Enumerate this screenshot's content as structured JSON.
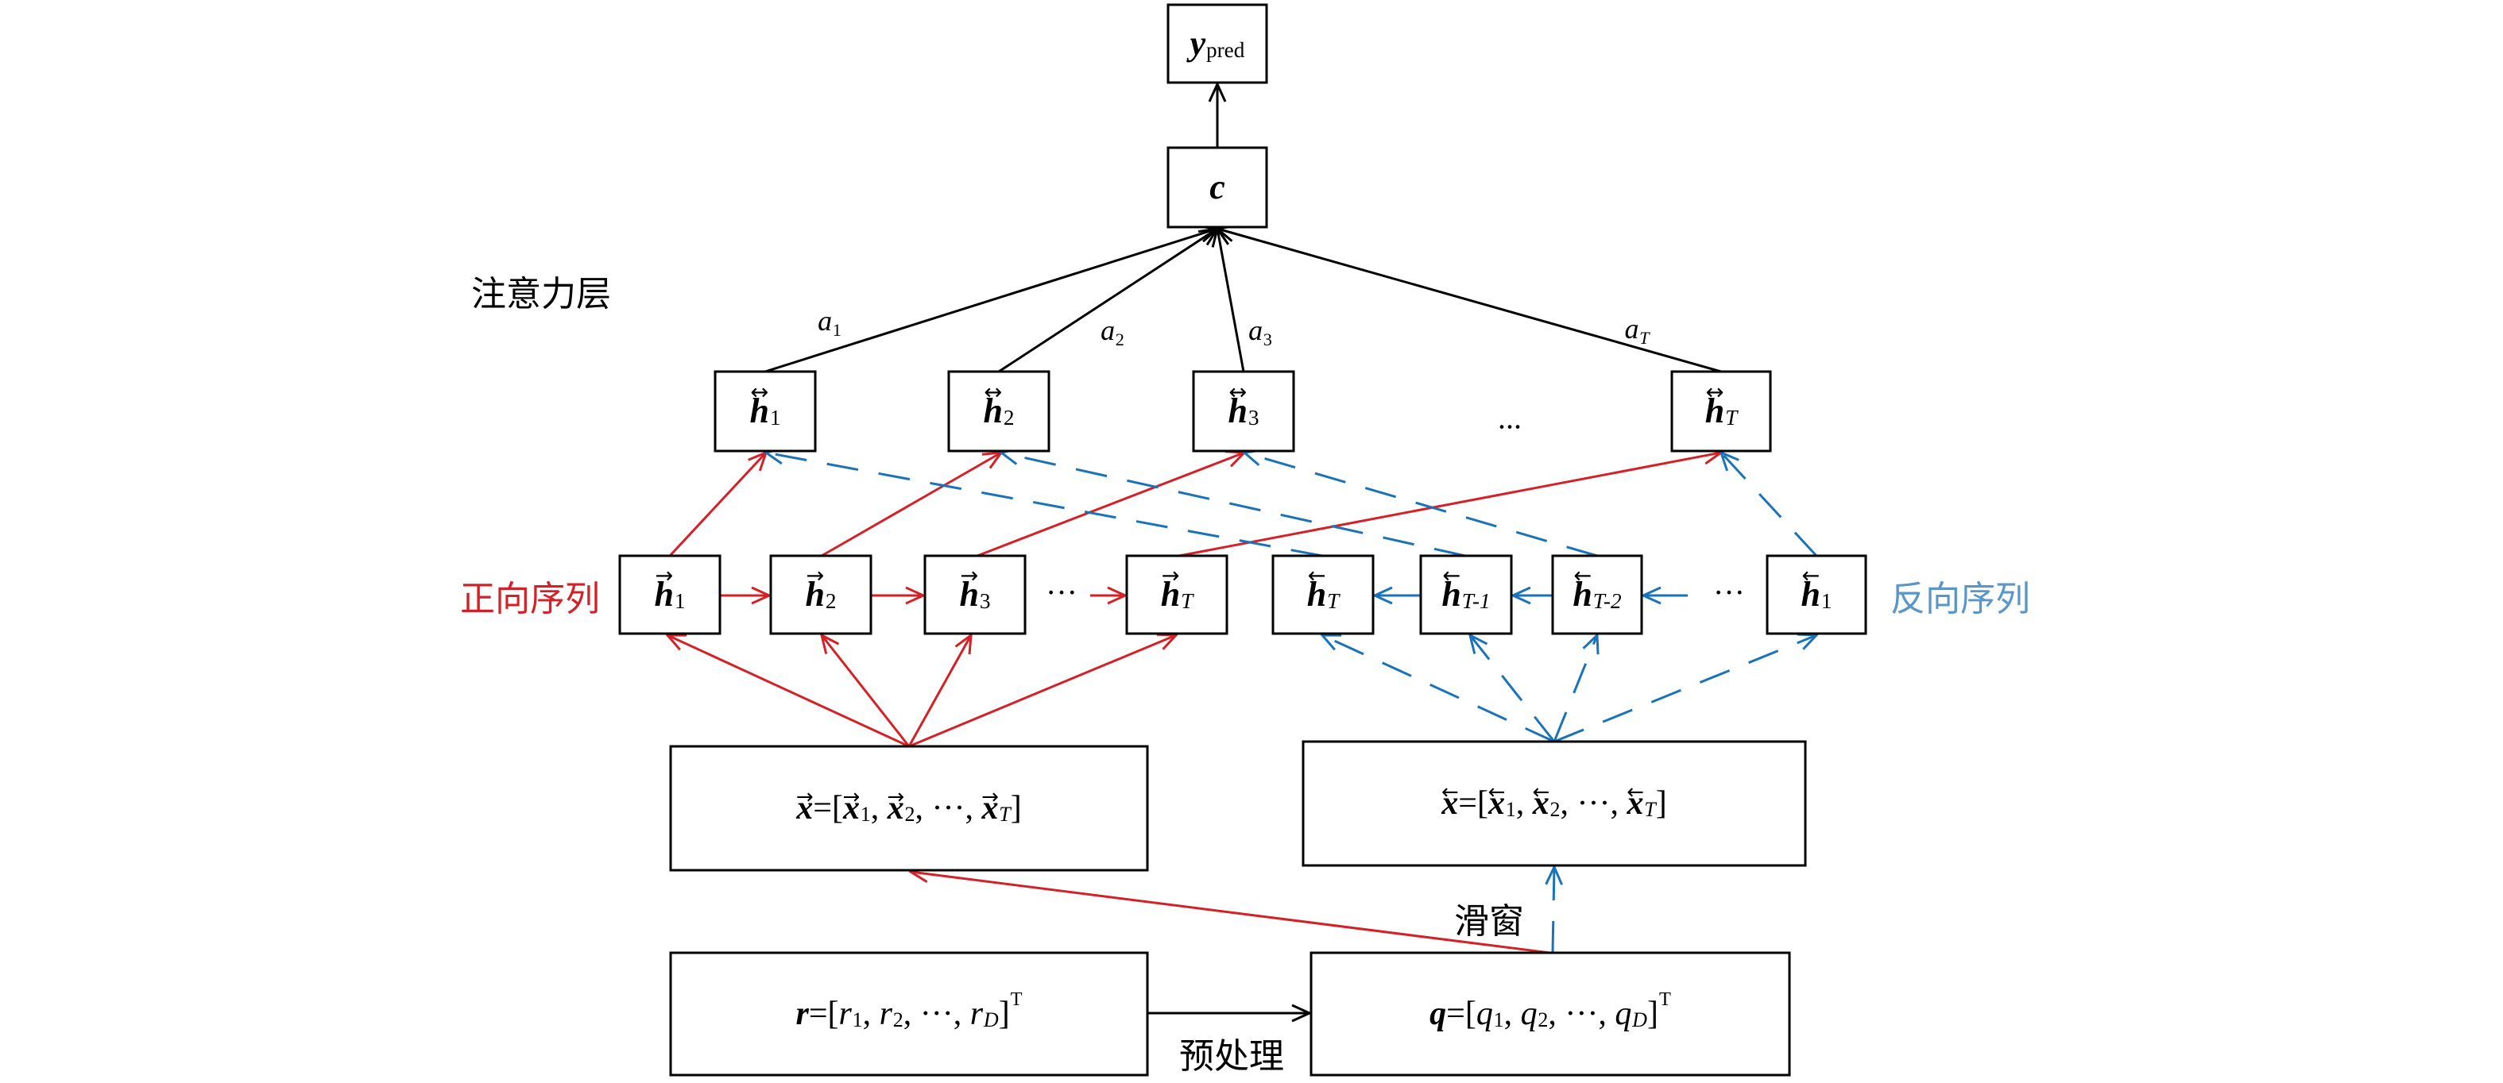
{
  "diagram": {
    "labels": {
      "attention_layer": "注意力层",
      "forward_sequence": "正向序列",
      "backward_sequence": "反向序列",
      "sliding_window": "滑窗",
      "preprocessing": "预处理"
    },
    "output": {
      "v": "y",
      "bold": true,
      "sub": "pred"
    },
    "context": {
      "v": "c",
      "bold": true
    },
    "attention_weights": [
      {
        "v": "a",
        "sub": "1"
      },
      {
        "v": "a",
        "sub": "2"
      },
      {
        "v": "a",
        "sub": "3"
      },
      {
        "v": "a",
        "sub": "T"
      }
    ],
    "bidirectional_states": [
      {
        "v": "h",
        "bold": true,
        "acc": "↔",
        "sub": "1"
      },
      {
        "v": "h",
        "bold": true,
        "acc": "↔",
        "sub": "2"
      },
      {
        "v": "h",
        "bold": true,
        "acc": "↔",
        "sub": "3"
      },
      {
        "v": "h",
        "bold": true,
        "acc": "↔",
        "sub": "T"
      }
    ],
    "bidirectional_ellipsis": "...",
    "forward_states": [
      {
        "v": "h",
        "bold": true,
        "acc": "→",
        "sub": "1"
      },
      {
        "v": "h",
        "bold": true,
        "acc": "→",
        "sub": "2"
      },
      {
        "v": "h",
        "bold": true,
        "acc": "→",
        "sub": "3"
      },
      {
        "v": "h",
        "bold": true,
        "acc": "→",
        "sub": "T"
      }
    ],
    "forward_ellipsis": "···",
    "backward_states": [
      {
        "v": "h",
        "bold": true,
        "acc": "←",
        "sub": "T"
      },
      {
        "v": "h",
        "bold": true,
        "acc": "←",
        "sub": "T-1"
      },
      {
        "v": "h",
        "bold": true,
        "acc": "←",
        "sub": "T-2"
      },
      {
        "v": "h",
        "bold": true,
        "acc": "←",
        "sub": "1"
      }
    ],
    "backward_ellipsis": "···",
    "forward_input": [
      {
        "v": "x",
        "bold": true,
        "acc": "→"
      },
      {
        "t": "=["
      },
      {
        "v": "x",
        "bold": true,
        "acc": "→",
        "sub": "1"
      },
      {
        "t": ", "
      },
      {
        "v": "x",
        "bold": true,
        "acc": "→",
        "sub": "2"
      },
      {
        "t": ", ···, "
      },
      {
        "v": "x",
        "bold": true,
        "acc": "→",
        "sub": "T"
      },
      {
        "t": "]"
      }
    ],
    "backward_input": [
      {
        "v": "x",
        "bold": true,
        "acc": "←"
      },
      {
        "t": "=["
      },
      {
        "v": "x",
        "bold": true,
        "acc": "←",
        "sub": "1"
      },
      {
        "t": ", "
      },
      {
        "v": "x",
        "bold": true,
        "acc": "←",
        "sub": "2"
      },
      {
        "t": ", ···, "
      },
      {
        "v": "x",
        "bold": true,
        "acc": "←",
        "sub": "T"
      },
      {
        "t": "]"
      }
    ],
    "raw_series": [
      {
        "v": "r",
        "bold": true
      },
      {
        "t": "=["
      },
      {
        "v": "r",
        "sub": "1"
      },
      {
        "t": ", "
      },
      {
        "v": "r",
        "sub": "2"
      },
      {
        "t": ", ···, "
      },
      {
        "v": "r",
        "sub": "D"
      },
      {
        "t": "]",
        "sup": "T"
      }
    ],
    "processed_series": [
      {
        "v": "q",
        "bold": true
      },
      {
        "t": "=["
      },
      {
        "v": "q",
        "sub": "1"
      },
      {
        "t": ", "
      },
      {
        "v": "q",
        "sub": "2"
      },
      {
        "t": ", ···, "
      },
      {
        "v": "q",
        "sub": "D"
      },
      {
        "t": "]",
        "sup": "T"
      }
    ]
  },
  "colors": {
    "forward": "#d42127",
    "backward_line": "#1a73b8",
    "backward_label": "#5a96c8",
    "neutral": "#000000"
  }
}
